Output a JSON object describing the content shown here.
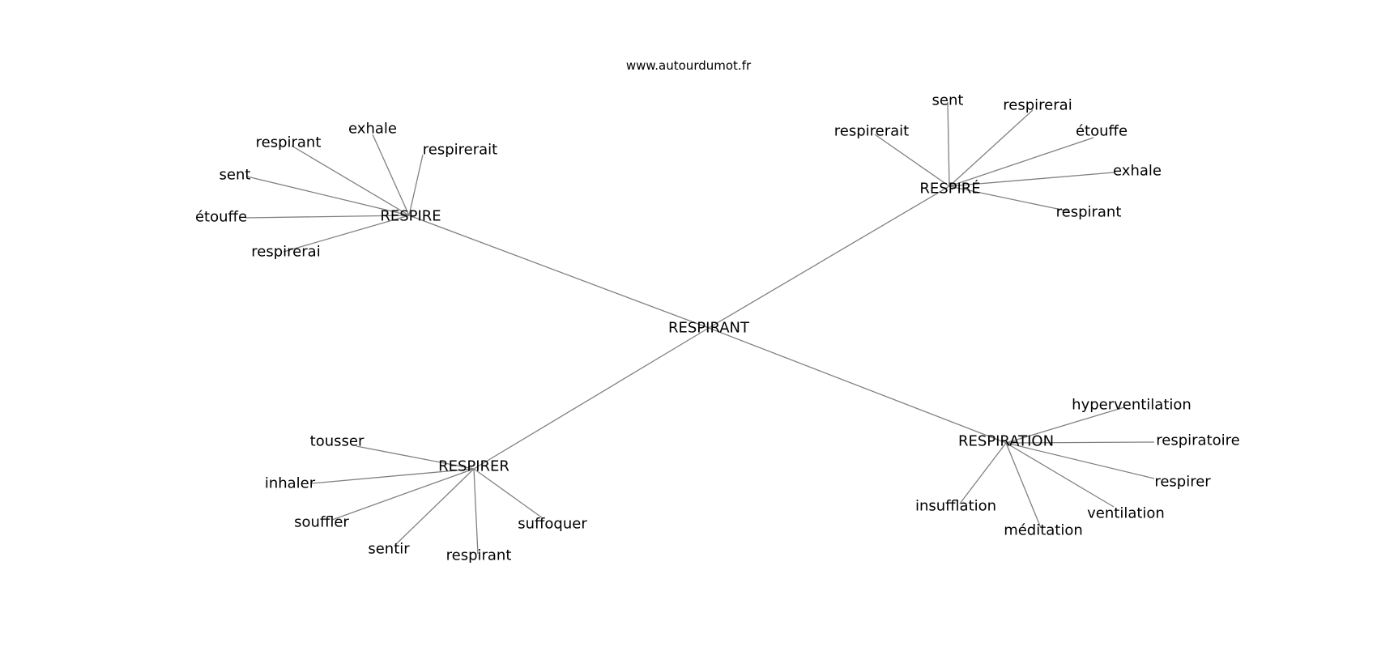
{
  "site": "www.autourdumot.fr",
  "center": "RESPIRANT",
  "groups": [
    {
      "label": "RESPIRE",
      "leaves": [
        "respirant",
        "exhale",
        "respirerait",
        "sent",
        "étouffe",
        "respirerai"
      ]
    },
    {
      "label": "RESPIRÉ",
      "leaves": [
        "sent",
        "respirerai",
        "respirerait",
        "étouffe",
        "exhale",
        "respirant"
      ]
    },
    {
      "label": "RESPIRER",
      "leaves": [
        "tousser",
        "inhaler",
        "souffler",
        "sentir",
        "respirant",
        "suffoquer"
      ]
    },
    {
      "label": "RESPIRATION",
      "leaves": [
        "hyperventilation",
        "respiratoire",
        "respirer",
        "ventilation",
        "méditation",
        "insufflation"
      ]
    }
  ]
}
